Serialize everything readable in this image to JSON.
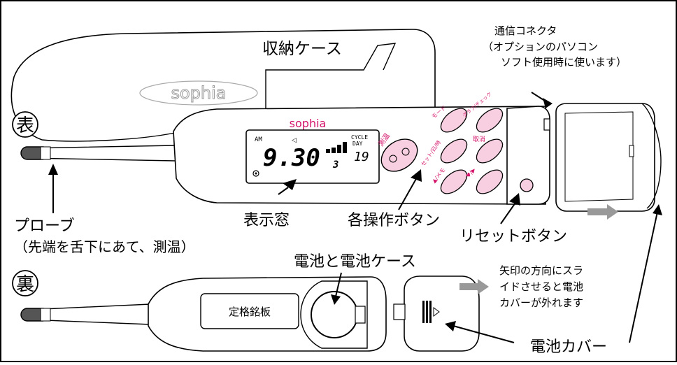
{
  "labels": {
    "front": "表",
    "back": "裏",
    "storage_case": "収納ケース",
    "comm_connector": "通信コネクタ",
    "comm_note_1": "（オプションのパソコン",
    "comm_note_2": "ソフト使用時に使います）",
    "probe": "プローブ",
    "probe_note": "（先端を舌下にあて、測温）",
    "display_window": "表示窓",
    "control_buttons": "各操作ボタン",
    "reset_button": "リセットボタン",
    "battery_and_case": "電池と電池ケース",
    "slide_note_1": "矢印の方向にスラ",
    "slide_note_2": "イドさせると電池",
    "slide_note_3": "カバーが外れます",
    "battery_cover": "電池カバー",
    "rating_plate": "定格銘板"
  },
  "device": {
    "brand": "sophia",
    "case_brand": "sophia",
    "buttons": {
      "measure": "測温",
      "mode": "モード",
      "graph": "グラフ/チェック",
      "set_date": "セット/日/時",
      "cancel": "取消",
      "memo": "▲/メモ",
      "heart": "♥/▶"
    },
    "lcd": {
      "am": "AM",
      "temperature": "9.30",
      "cycle": "CYCLE",
      "day": "DAY",
      "day_value": "19",
      "sub_value": "3"
    }
  },
  "colors": {
    "accent_pink": "#d4146b",
    "button_fill": "#f8cfe0",
    "arrow_gray": "#999999"
  }
}
